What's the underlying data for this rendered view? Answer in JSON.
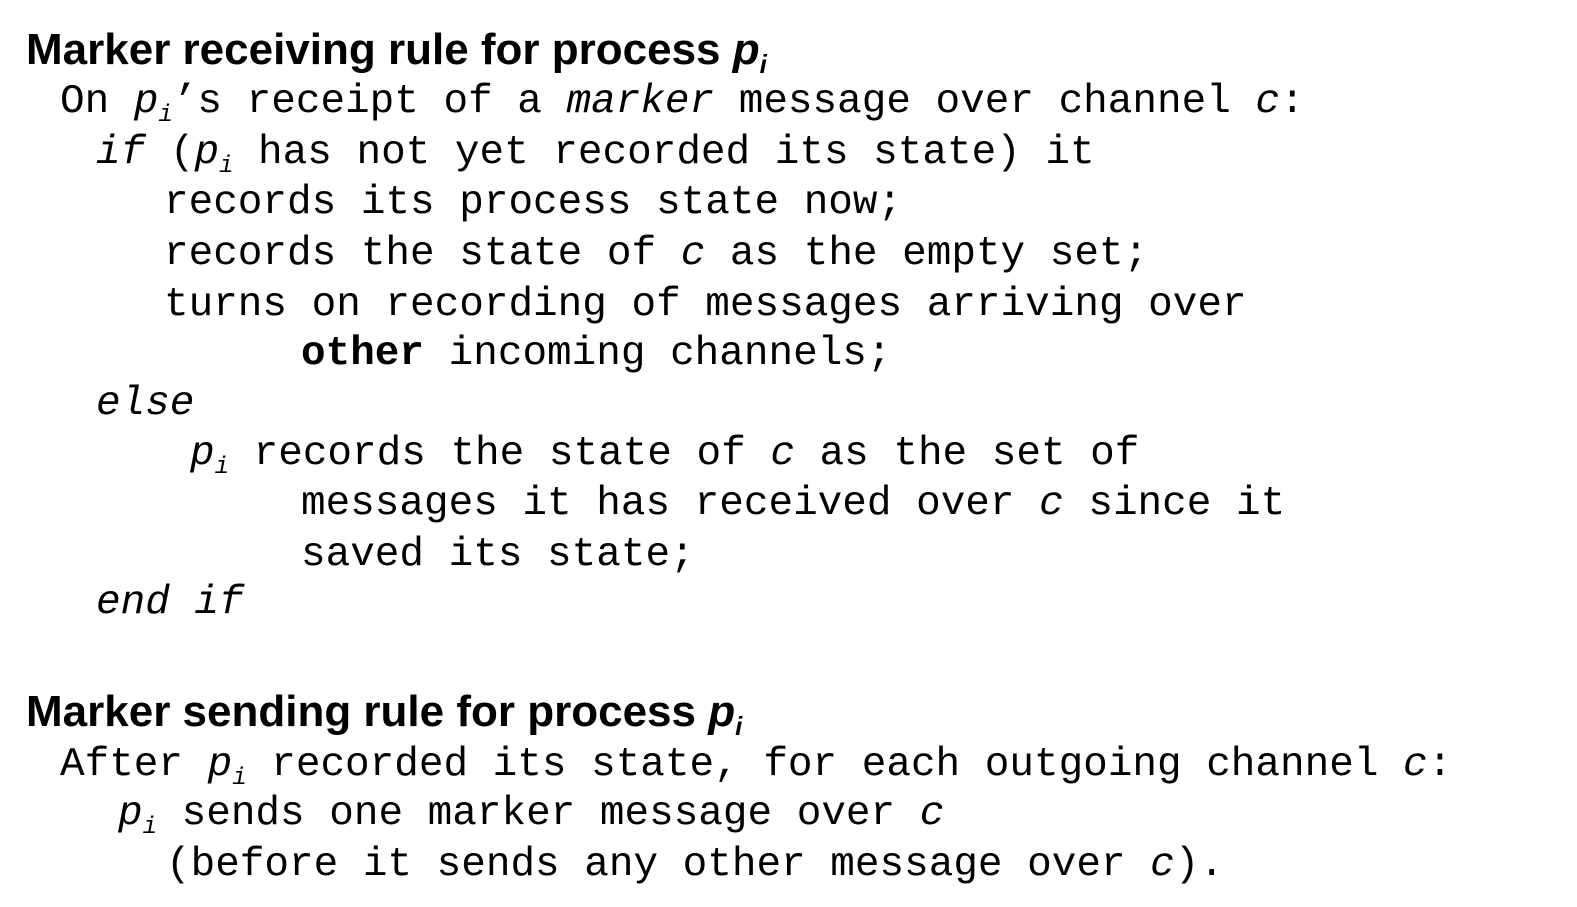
{
  "receiving": {
    "title": "Marker receiving rule for process ",
    "title_var": "p",
    "title_sub": "i",
    "l1_a": "On ",
    "l1_var": "p",
    "l1_sub": "i",
    "l1_b": "’s receipt of a ",
    "l1_marker": "marker",
    "l1_c": " message over channel ",
    "l1_cvar": "c",
    "l1_d": ":",
    "l2_if": "if",
    "l2_a": " (",
    "l2_var": "p",
    "l2_sub": "i",
    "l2_b": " has not yet recorded its state) it",
    "l3": "records its process state now;",
    "l4_a": "records the state of ",
    "l4_cvar": "c",
    "l4_b": " as the empty set;",
    "l5": "turns on recording of messages arriving over",
    "l6_other": "other",
    "l6_b": " incoming channels;",
    "l7_else": "else",
    "l8_var": "p",
    "l8_sub": "i",
    "l8_a": " records the state of ",
    "l8_cvar": "c",
    "l8_b": " as the set of",
    "l9_a": "messages it has received over ",
    "l9_cvar": "c",
    "l9_b": " since it",
    "l10": "saved its state;",
    "l11_endif": "end if"
  },
  "sending": {
    "title": "Marker sending rule for process ",
    "title_var": "p",
    "title_sub": "i",
    "l1_a": "After ",
    "l1_var": "p",
    "l1_sub": "i",
    "l1_b": " recorded its state, for each outgoing channel ",
    "l1_cvar": "c",
    "l1_c": ":",
    "l2_var": "p",
    "l2_sub": "i",
    "l2_a": " sends one marker message over ",
    "l2_cvar": "c",
    "l3_a": "(before it sends any other message over ",
    "l3_cvar": "c",
    "l3_b": ")."
  }
}
